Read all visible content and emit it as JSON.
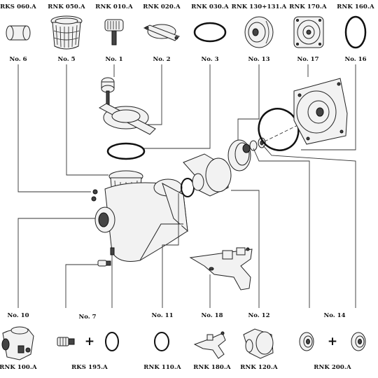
{
  "top_parts": [
    {
      "code": "RKS 060.A",
      "num": "No. 6",
      "icon": "sleeve-icon"
    },
    {
      "code": "RNK 050.A",
      "num": "No. 5",
      "icon": "strainer-basket-icon"
    },
    {
      "code": "RNK 010.A",
      "num": "No. 1",
      "icon": "knob-icon"
    },
    {
      "code": "RNK 020.A",
      "num": "No. 2",
      "icon": "lid-clamp-icon"
    },
    {
      "code": "RNK 030.A",
      "num": "No. 3",
      "icon": "o-ring-icon"
    },
    {
      "code": "RNK 130+131.A",
      "num": "No. 13",
      "icon": "impeller-icon"
    },
    {
      "code": "RNK 170.A",
      "num": "No. 17",
      "icon": "seal-plate-icon"
    },
    {
      "code": "RNK 160.A",
      "num": "No. 16",
      "icon": "large-o-ring-icon"
    }
  ],
  "bottom_parts": [
    {
      "num": "No. 10",
      "code": "RNK 100.A",
      "icon": "pump-housing-icon"
    },
    {
      "num": "No. 7",
      "code": "RKS 195.A",
      "icon": "drain-plug-icon"
    },
    {
      "num": "No. 11",
      "code": "RNK 110.A",
      "icon": "o-ring-icon"
    },
    {
      "num": "No. 18",
      "code": "RNK 180.A",
      "icon": "foot-bracket-icon"
    },
    {
      "num": "No. 12",
      "code": "RNK 120.A",
      "icon": "diffuser-icon"
    },
    {
      "num": "No. 14",
      "code": "RNK 200.A",
      "icon": "mechanical-seal-icon"
    }
  ],
  "plus_sign": "+"
}
